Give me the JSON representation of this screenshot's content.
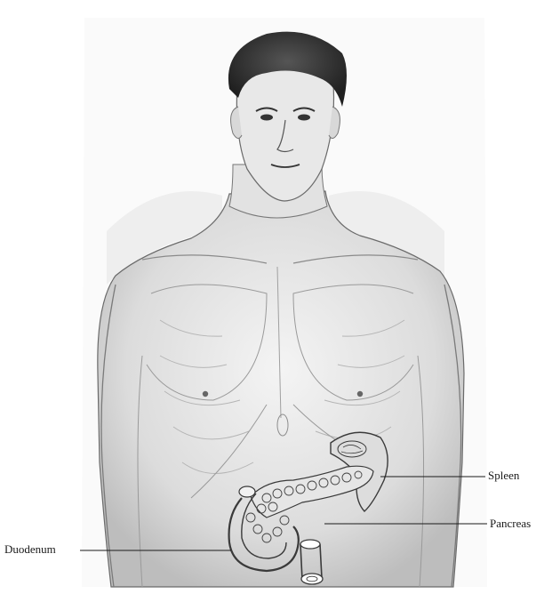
{
  "labels": {
    "spleen": "Spleen",
    "pancreas": "Pancreas",
    "duodenum": "Duodenum"
  },
  "colors": {
    "ink": "#2a2a2a",
    "shade": "#d8d8d8",
    "background": "#ffffff"
  }
}
